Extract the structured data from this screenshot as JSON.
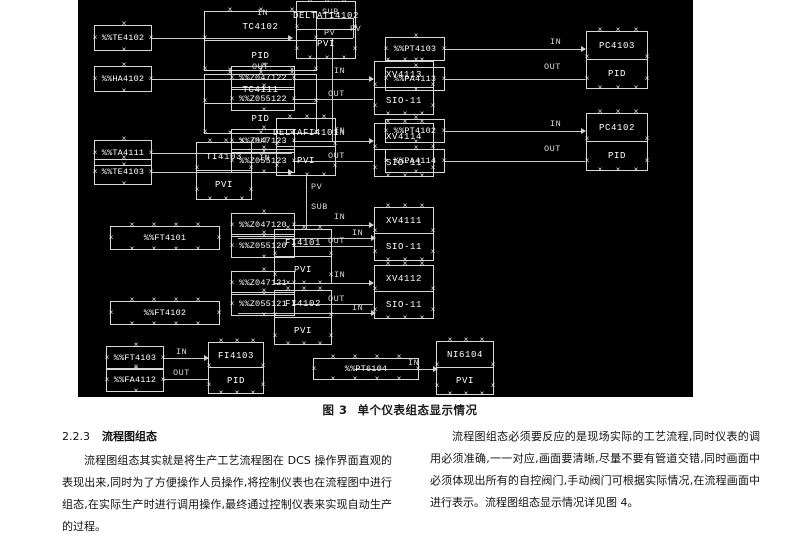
{
  "figure": {
    "caption_number": "图 3",
    "caption_title": "单个仪表组态显示情况",
    "pins": {
      "in": "IN",
      "out": "OUT",
      "pv": "PV",
      "sub": "SUB"
    },
    "blocks": [
      {
        "id": "te4102",
        "kind": "tag",
        "label": "%%TE4102"
      },
      {
        "id": "ha4102",
        "kind": "tag",
        "label": "%%HA4102"
      },
      {
        "id": "ta4111",
        "kind": "tag",
        "label": "%%TA4111"
      },
      {
        "id": "te4103",
        "kind": "tag",
        "label": "%%TE4103"
      },
      {
        "id": "ft4101",
        "kind": "tag",
        "label": "%%FT4101"
      },
      {
        "id": "ft4102",
        "kind": "tag",
        "label": "%%FT4102"
      },
      {
        "id": "ft4103",
        "kind": "tag",
        "label": "%%FT4103"
      },
      {
        "id": "fa4112",
        "kind": "tag",
        "label": "%%FA4112"
      },
      {
        "id": "pt6104",
        "kind": "tag",
        "label": "%%PT6104"
      },
      {
        "id": "z047122",
        "kind": "tag",
        "label": "%%Z047122"
      },
      {
        "id": "z055122",
        "kind": "tag",
        "label": "%%Z055122"
      },
      {
        "id": "z047123",
        "kind": "tag",
        "label": "%%Z047123"
      },
      {
        "id": "z055123",
        "kind": "tag",
        "label": "%%Z055123"
      },
      {
        "id": "z047120",
        "kind": "tag",
        "label": "%%Z047120"
      },
      {
        "id": "z055120",
        "kind": "tag",
        "label": "%%Z055120"
      },
      {
        "id": "z047121",
        "kind": "tag",
        "label": "%%Z047121"
      },
      {
        "id": "z055121",
        "kind": "tag",
        "label": "%%Z055121"
      },
      {
        "id": "pt4103",
        "kind": "tag",
        "label": "%%PT4103"
      },
      {
        "id": "pa4113",
        "kind": "tag",
        "label": "%%PA4113"
      },
      {
        "id": "pt4102",
        "kind": "tag",
        "label": "%%PT4102"
      },
      {
        "id": "pa4114",
        "kind": "tag",
        "label": "%%PA4114"
      },
      {
        "id": "tc4102",
        "kind": "block",
        "name": "TC4102",
        "type": "PID"
      },
      {
        "id": "tc4111",
        "kind": "block",
        "name": "TC4111",
        "type": "PID"
      },
      {
        "id": "ti4103",
        "kind": "block",
        "name": "TI4103",
        "type": "PVI"
      },
      {
        "id": "deltati4102",
        "kind": "block",
        "name": "DELTATI4102",
        "type": "PVI"
      },
      {
        "id": "deltafi4101",
        "kind": "block",
        "name": "DELTAFI4101",
        "type": "PVI"
      },
      {
        "id": "fi4101",
        "kind": "block",
        "name": "FI4101",
        "type": "PVI"
      },
      {
        "id": "fi4102",
        "kind": "block",
        "name": "FI4102",
        "type": "PVI"
      },
      {
        "id": "fi4103",
        "kind": "block",
        "name": "FI4103",
        "type": "PID"
      },
      {
        "id": "ni6104",
        "kind": "block",
        "name": "NI6104",
        "type": "PVI"
      },
      {
        "id": "xv4113",
        "kind": "block",
        "name": "XV4113",
        "type": "SIO-11"
      },
      {
        "id": "xv4114",
        "kind": "block",
        "name": "XV4114",
        "type": "SIO-11"
      },
      {
        "id": "xv4111",
        "kind": "block",
        "name": "XV4111",
        "type": "SIO-11"
      },
      {
        "id": "xv4112",
        "kind": "block",
        "name": "XV4112",
        "type": "SIO-11"
      },
      {
        "id": "pc4103",
        "kind": "block",
        "name": "PC4103",
        "type": "PID"
      },
      {
        "id": "pc4102",
        "kind": "block",
        "name": "PC4102",
        "type": "PID"
      }
    ]
  },
  "body": {
    "left": {
      "section_number": "2.2.3",
      "section_title": "流程图组态",
      "paragraph": "流程图组态其实就是将生产工艺流程图在 DCS 操作界面直观的表现出来,同时为了方便操作人员操作,将控制仪表也在流程图中进行组态,在实际生产时进行调用操作,最终通过控制仪表来实现自动生产的过程。"
    },
    "right": {
      "paragraph": "流程图组态必须要反应的是现场实际的工艺流程,同时仪表的调用必须准确,一一对应,画面要清晰,尽量不要有管道交错,同时画面中必须体现出所有的自控阀门,手动阀门可根据实际情况,在流程画面中进行表示。流程图组态显示情况详见图 4。"
    }
  }
}
